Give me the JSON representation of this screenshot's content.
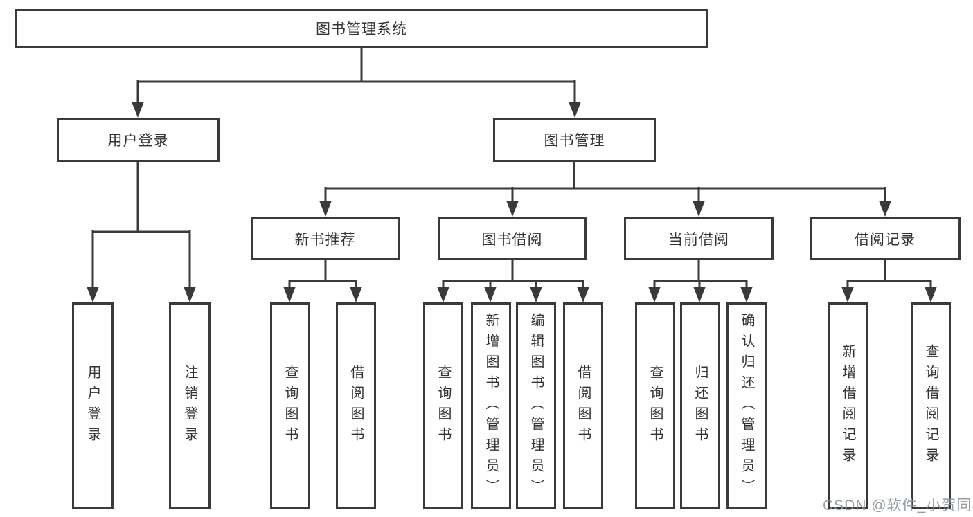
{
  "diagram": {
    "title": "图书管理系统",
    "level2": {
      "login": "用户登录",
      "manage": "图书管理"
    },
    "level3": [
      "新书推荐",
      "图书借阅",
      "当前借阅",
      "借阅记录"
    ],
    "leaves": {
      "login_children": [
        "用户登录",
        "注销登录"
      ],
      "recommend_children": [
        "查询图书",
        "借阅图书"
      ],
      "borrow_children": [
        "查询图书",
        "新增图书（管理员）",
        "编辑图书（管理员）",
        "借阅图书"
      ],
      "current_children": [
        "查询图书",
        "归还图书",
        "确认归还（管理员）"
      ],
      "record_children": [
        "新增借阅记录",
        "查询借阅记录"
      ]
    }
  },
  "watermark": "CSDN @软件_小贺同学",
  "colors": {
    "line": "#3a3a3a",
    "text": "#333333",
    "watermark": "#8c9399"
  }
}
